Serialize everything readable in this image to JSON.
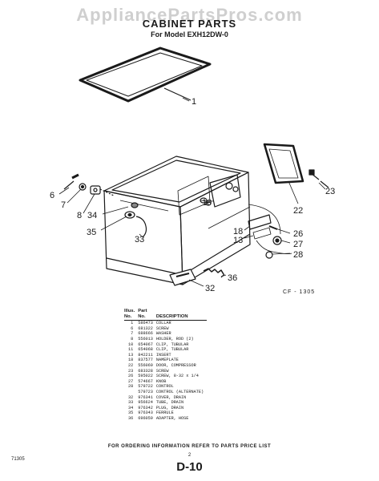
{
  "watermark": "AppliancePartsPros.com",
  "header": {
    "title": "CABINET PARTS",
    "subtitle": "For Model EXH12DW-0"
  },
  "diagram": {
    "callouts": [
      "1",
      "6",
      "7",
      "8",
      "34",
      "35",
      "33",
      "10",
      "22",
      "23",
      "18",
      "13",
      "26",
      "27",
      "28",
      "32",
      "36"
    ],
    "figure_code": "CF - 1305"
  },
  "parts_table": {
    "header_row1": [
      "Illus.",
      "Part",
      ""
    ],
    "header_row2": [
      "No.",
      "No.",
      "DESCRIPTION"
    ],
    "rows": [
      [
        "1",
        "586473",
        "COLLAR"
      ],
      [
        "6",
        "681322",
        "SCREW"
      ],
      [
        "7",
        "688666",
        "WASHER"
      ],
      [
        "8",
        "556013",
        "HOLDER, ROD (2)"
      ],
      [
        "10",
        "654067",
        "CLIP, TUBULAR"
      ],
      [
        "11",
        "654068",
        "CLIP, TUBULAR"
      ],
      [
        "13",
        "842211",
        "INSERT"
      ],
      [
        "18",
        "837577",
        "NAMEPLATE"
      ],
      [
        "22",
        "556069",
        "DOOR, COMPRESSOR"
      ],
      [
        "23",
        "683328",
        "SCREW"
      ],
      [
        "26",
        "595022",
        "SCREW, 8-32 x 1/4"
      ],
      [
        "27",
        "574667",
        "KNOB"
      ],
      [
        "28",
        "579722",
        "CONTROL"
      ],
      [
        "",
        "579723",
        "CONTROL (ALTERNATE)"
      ],
      [
        "32",
        "976341",
        "COVER, DRAIN"
      ],
      [
        "33",
        "956624",
        "TUBE, DRAIN"
      ],
      [
        "34",
        "976342",
        "PLUG, DRAIN"
      ],
      [
        "35",
        "976343",
        "FERRULE"
      ],
      [
        "36",
        "696059",
        "ADAPTER, HOSE"
      ]
    ]
  },
  "footer": {
    "order_info": "FOR ORDERING INFORMATION REFER TO PARTS PRICE LIST",
    "ref_code": "71305",
    "page_number": "2",
    "section": "D-10"
  }
}
